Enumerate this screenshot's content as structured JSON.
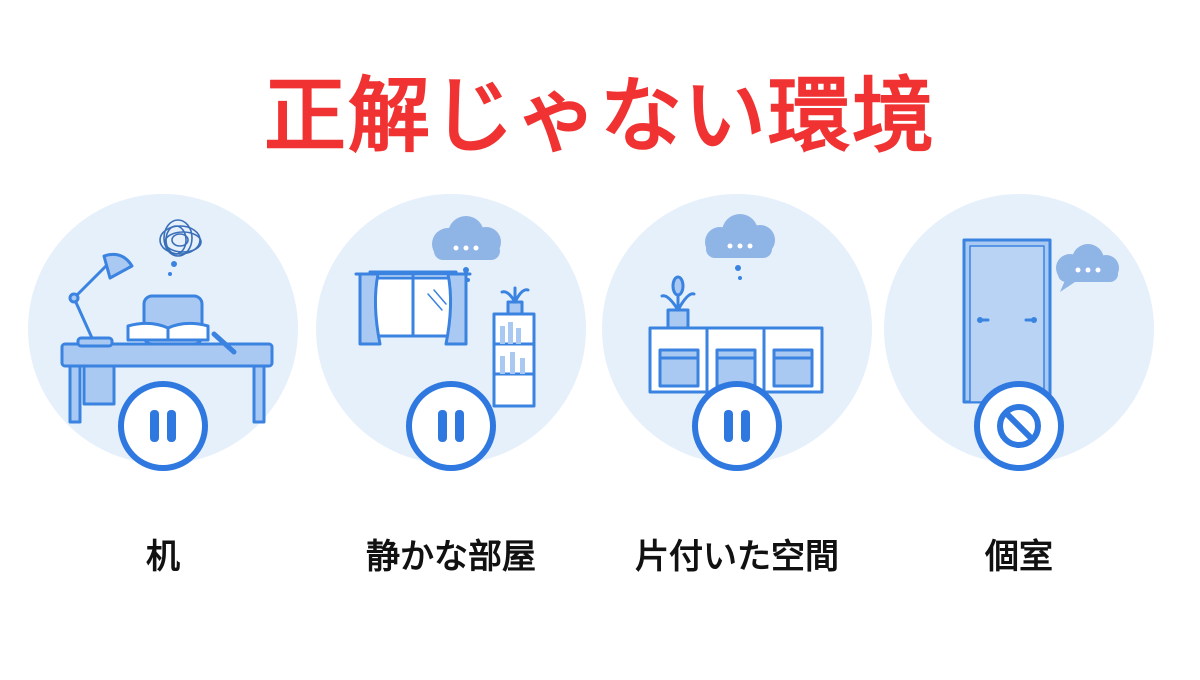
{
  "title": "正解じゃない環境",
  "colors": {
    "title": "#f03232",
    "disc": "#e6f0fb",
    "line": "#3a83e0",
    "fill": "#a9c9f2",
    "cloud": "#8fb4e6",
    "badge_ring": "#2f78e0"
  },
  "items": [
    {
      "label": "机",
      "scene_icon": "desk-lamp-book-icon",
      "thought_icon": "tangled-scribble-icon",
      "badge_icon": "pause-icon"
    },
    {
      "label": "静かな部屋",
      "scene_icon": "window-bookshelf-icon",
      "thought_icon": "thought-cloud-icon",
      "badge_icon": "pause-icon"
    },
    {
      "label": "片付いた空間",
      "scene_icon": "storage-shelf-icon",
      "thought_icon": "thought-cloud-icon",
      "badge_icon": "pause-icon"
    },
    {
      "label": "個室",
      "scene_icon": "door-icon",
      "thought_icon": "speech-bubble-icon",
      "badge_icon": "prohibited-icon"
    }
  ]
}
